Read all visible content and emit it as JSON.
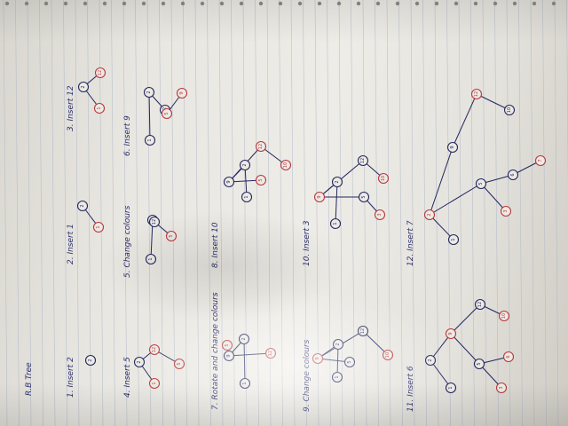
{
  "page_title": "R.B Tree",
  "colors": {
    "black_ink": "#22265e",
    "red_ink": "#b8383e",
    "paper": "#eceae4",
    "lines": "#aab4c8"
  },
  "steps": [
    {
      "id": "s1",
      "caption": "1. Insert 2"
    },
    {
      "id": "s2",
      "caption": "2. Insert 1"
    },
    {
      "id": "s3",
      "caption": "3. Insert 12"
    },
    {
      "id": "s4",
      "caption": "4. Insert 5"
    },
    {
      "id": "s5",
      "caption": "5. Change colours"
    },
    {
      "id": "s6",
      "caption": "6. Insert 9"
    },
    {
      "id": "s7",
      "caption": "7. Rotate and change colours"
    },
    {
      "id": "s8",
      "caption": "8. Insert 10"
    },
    {
      "id": "s9",
      "caption": "9. Change colours"
    },
    {
      "id": "s10",
      "caption": "10. Insert 3"
    },
    {
      "id": "s11",
      "caption": "11. Insert 6"
    },
    {
      "id": "s12",
      "caption": "12. Insert 7"
    }
  ],
  "trees": {
    "s1": {
      "nodes": [
        {
          "v": "2",
          "c": "b"
        }
      ],
      "edges": []
    },
    "s2": {
      "nodes": [
        {
          "v": "2",
          "c": "b"
        },
        {
          "v": "1",
          "c": "r"
        }
      ],
      "edges": [
        [
          0,
          1
        ]
      ]
    },
    "s3": {
      "nodes": [
        {
          "v": "2",
          "c": "b"
        },
        {
          "v": "1",
          "c": "r"
        },
        {
          "v": "12",
          "c": "r"
        }
      ],
      "edges": [
        [
          0,
          1
        ],
        [
          0,
          2
        ]
      ]
    },
    "s4": {
      "nodes": [
        {
          "v": "2",
          "c": "b"
        },
        {
          "v": "1",
          "c": "r"
        },
        {
          "v": "12",
          "c": "r"
        },
        {
          "v": "5",
          "c": "r"
        }
      ],
      "edges": [
        [
          0,
          1
        ],
        [
          0,
          2
        ],
        [
          2,
          3
        ]
      ]
    },
    "s5": {
      "nodes": [
        {
          "v": "2",
          "c": "b"
        },
        {
          "v": "1",
          "c": "b"
        },
        {
          "v": "12",
          "c": "b"
        },
        {
          "v": "5",
          "c": "r"
        }
      ],
      "edges": [
        [
          0,
          1
        ],
        [
          0,
          2
        ],
        [
          2,
          3
        ]
      ]
    },
    "s6": {
      "nodes": [
        {
          "v": "2",
          "c": "b"
        },
        {
          "v": "1",
          "c": "b"
        },
        {
          "v": "12",
          "c": "b"
        },
        {
          "v": "5",
          "c": "r"
        },
        {
          "v": "9",
          "c": "r"
        }
      ],
      "edges": [
        [
          0,
          1
        ],
        [
          0,
          2
        ],
        [
          2,
          3
        ],
        [
          3,
          4
        ]
      ]
    },
    "s7": {
      "nodes": [
        {
          "v": "2",
          "c": "b"
        },
        {
          "v": "1",
          "c": "b"
        },
        {
          "v": "9",
          "c": "b"
        },
        {
          "v": "5",
          "c": "r"
        },
        {
          "v": "12",
          "c": "r"
        }
      ],
      "edges": [
        [
          0,
          1
        ],
        [
          0,
          2
        ],
        [
          2,
          3
        ],
        [
          2,
          4
        ]
      ]
    },
    "s8": {
      "nodes": [
        {
          "v": "2",
          "c": "b"
        },
        {
          "v": "1",
          "c": "b"
        },
        {
          "v": "9",
          "c": "b"
        },
        {
          "v": "5",
          "c": "r"
        },
        {
          "v": "12",
          "c": "r"
        },
        {
          "v": "10",
          "c": "r"
        }
      ],
      "edges": [
        [
          0,
          1
        ],
        [
          0,
          2
        ],
        [
          2,
          3
        ],
        [
          2,
          4
        ],
        [
          4,
          5
        ]
      ]
    },
    "s9": {
      "nodes": [
        {
          "v": "2",
          "c": "b"
        },
        {
          "v": "1",
          "c": "b"
        },
        {
          "v": "9",
          "c": "r"
        },
        {
          "v": "5",
          "c": "b"
        },
        {
          "v": "12",
          "c": "b"
        },
        {
          "v": "10",
          "c": "r"
        }
      ],
      "edges": [
        [
          0,
          1
        ],
        [
          0,
          2
        ],
        [
          2,
          3
        ],
        [
          2,
          4
        ],
        [
          4,
          5
        ]
      ]
    },
    "s10": {
      "nodes": [
        {
          "v": "2",
          "c": "b"
        },
        {
          "v": "1",
          "c": "b"
        },
        {
          "v": "9",
          "c": "r"
        },
        {
          "v": "5",
          "c": "b"
        },
        {
          "v": "12",
          "c": "b"
        },
        {
          "v": "3",
          "c": "r"
        },
        {
          "v": "10",
          "c": "r"
        }
      ],
      "edges": [
        [
          0,
          1
        ],
        [
          0,
          2
        ],
        [
          2,
          3
        ],
        [
          2,
          4
        ],
        [
          3,
          5
        ],
        [
          4,
          6
        ]
      ]
    },
    "s11": {
      "nodes": [
        {
          "v": "2",
          "c": "b"
        },
        {
          "v": "1",
          "c": "b"
        },
        {
          "v": "9",
          "c": "r"
        },
        {
          "v": "5",
          "c": "b"
        },
        {
          "v": "12",
          "c": "b"
        },
        {
          "v": "3",
          "c": "r"
        },
        {
          "v": "6",
          "c": "r"
        },
        {
          "v": "10",
          "c": "r"
        }
      ],
      "edges": [
        [
          0,
          1
        ],
        [
          0,
          2
        ],
        [
          2,
          3
        ],
        [
          2,
          4
        ],
        [
          3,
          5
        ],
        [
          3,
          6
        ],
        [
          4,
          7
        ]
      ]
    },
    "s12": {
      "nodes": [
        {
          "v": "9",
          "c": "b"
        },
        {
          "v": "2",
          "c": "r"
        },
        {
          "v": "12",
          "c": "r"
        },
        {
          "v": "1",
          "c": "b"
        },
        {
          "v": "5",
          "c": "b"
        },
        {
          "v": "10",
          "c": "b"
        },
        {
          "v": "3",
          "c": "r"
        },
        {
          "v": "6",
          "c": "b"
        },
        {
          "v": "7",
          "c": "r"
        }
      ],
      "edges": [
        [
          0,
          1
        ],
        [
          0,
          2
        ],
        [
          1,
          3
        ],
        [
          1,
          4
        ],
        [
          2,
          5
        ],
        [
          4,
          6
        ],
        [
          4,
          7
        ],
        [
          7,
          8
        ]
      ]
    }
  }
}
